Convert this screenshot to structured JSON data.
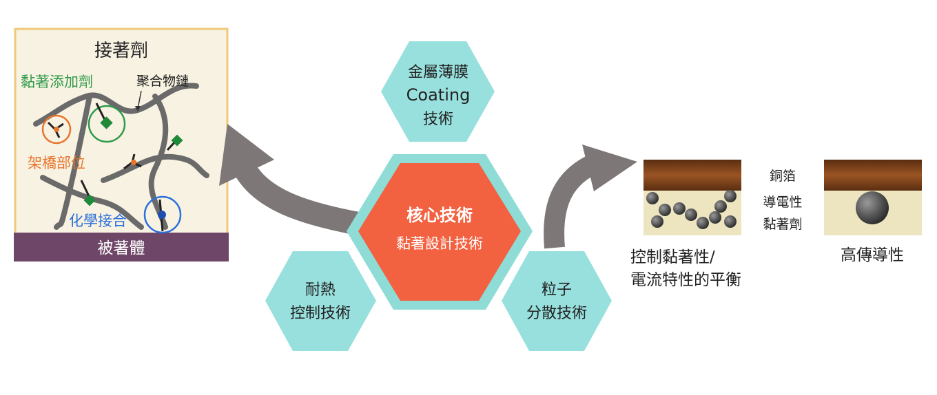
{
  "adhesive_panel": {
    "title": "接著劑",
    "tackifier_label": "黏著添加劑",
    "polymer_chain_label": "聚合物鏈",
    "crosslink_label": "架橋部位",
    "chemical_bond_label": "化學接合",
    "substrate_label": "被著體",
    "colors": {
      "tackifier": "#2e9a4a",
      "crosslink": "#e8752c",
      "chemical_bond": "#2a6fdb",
      "substrate": "#6e4668"
    }
  },
  "hexagons": {
    "core": {
      "line1": "核心技術",
      "line2": "黏著設計技術",
      "color": "#f26140",
      "border": "#8fdcd6"
    },
    "metal": {
      "line1": "金屬薄膜",
      "line2": "Coating",
      "line3": "技術"
    },
    "heat": {
      "line1": "耐熱",
      "line2": "控制技術"
    },
    "particle": {
      "line1": "粒子",
      "line2": "分散技術"
    },
    "color": "#98e0dd"
  },
  "right_panel": {
    "copper_label": "銅箔",
    "conductive_label_line1": "導電性",
    "conductive_label_line2": "黏著劑",
    "caption_left_line1": "控制黏著性/",
    "caption_left_line2": "電流特性的平衡",
    "caption_right": "高傳導性"
  }
}
